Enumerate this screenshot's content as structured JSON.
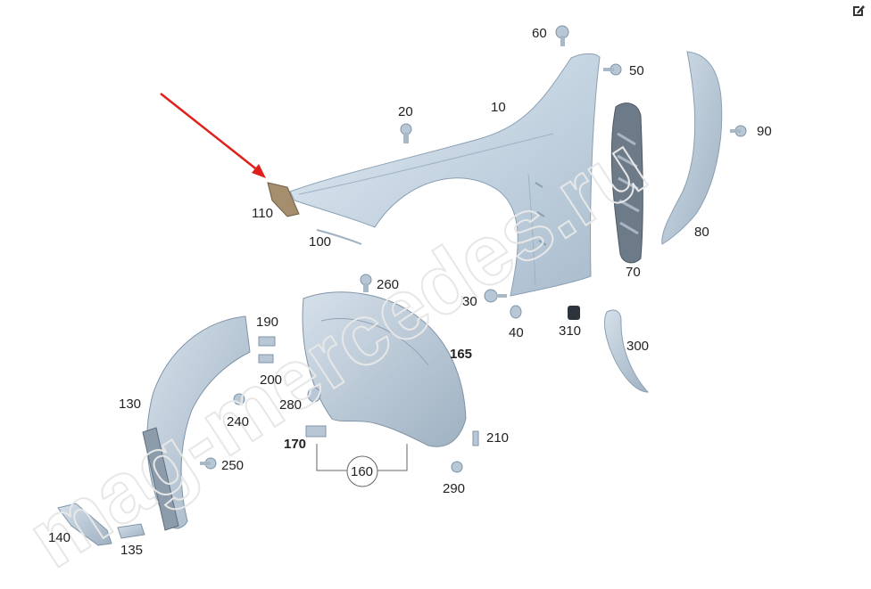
{
  "toolbar": {
    "edit_icon": "edit-icon"
  },
  "watermark": "mag-mercedes.ru",
  "callouts": [
    {
      "id": "c10",
      "text": "10"
    },
    {
      "id": "c20",
      "text": "20"
    },
    {
      "id": "c30",
      "text": "30"
    },
    {
      "id": "c40",
      "text": "40"
    },
    {
      "id": "c50",
      "text": "50"
    },
    {
      "id": "c60",
      "text": "60"
    },
    {
      "id": "c70",
      "text": "70"
    },
    {
      "id": "c80",
      "text": "80"
    },
    {
      "id": "c90",
      "text": "90"
    },
    {
      "id": "c100",
      "text": "100"
    },
    {
      "id": "c110",
      "text": "110"
    },
    {
      "id": "c130",
      "text": "130"
    },
    {
      "id": "c135",
      "text": "135"
    },
    {
      "id": "c140",
      "text": "140"
    },
    {
      "id": "c160",
      "text": "160"
    },
    {
      "id": "c165",
      "text": "165"
    },
    {
      "id": "c170",
      "text": "170"
    },
    {
      "id": "c190",
      "text": "190"
    },
    {
      "id": "c200",
      "text": "200"
    },
    {
      "id": "c210",
      "text": "210"
    },
    {
      "id": "c240",
      "text": "240"
    },
    {
      "id": "c250",
      "text": "250"
    },
    {
      "id": "c260",
      "text": "260"
    },
    {
      "id": "c280",
      "text": "280"
    },
    {
      "id": "c290",
      "text": "290"
    },
    {
      "id": "c300",
      "text": "300"
    },
    {
      "id": "c310",
      "text": "310"
    }
  ],
  "colors": {
    "part_fill": "#c9d8e6",
    "part_stroke": "#8aa0b4",
    "arrow": "#e0201c",
    "text": "#222222"
  }
}
